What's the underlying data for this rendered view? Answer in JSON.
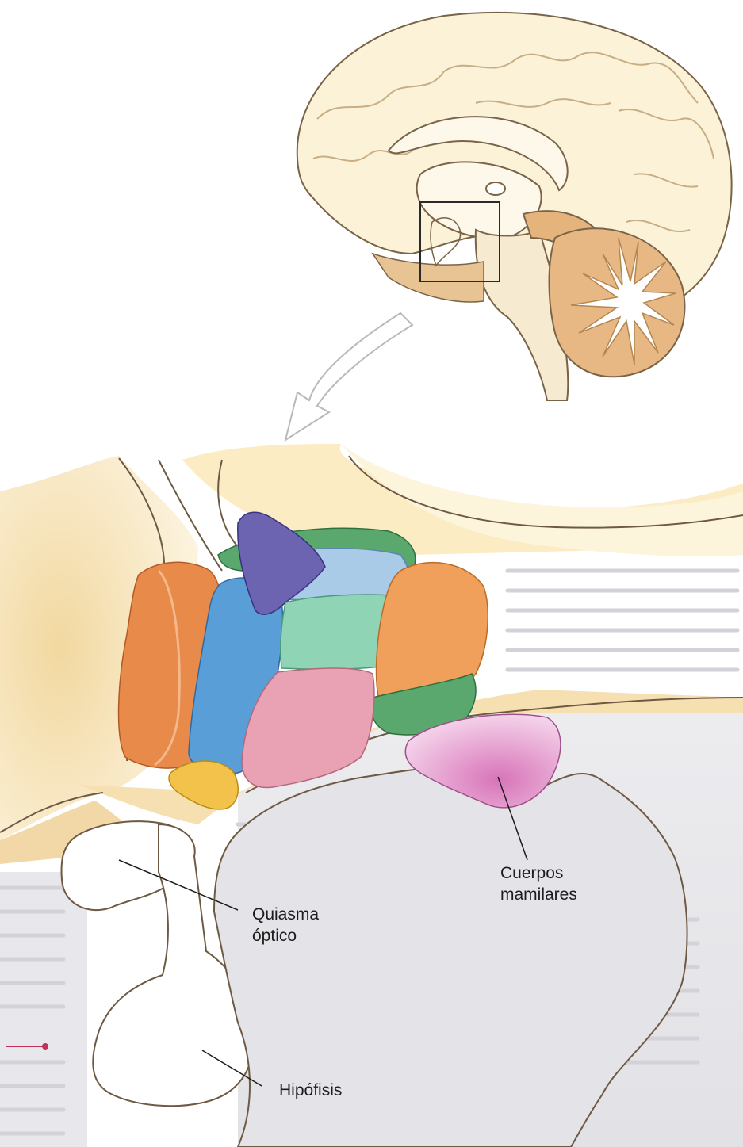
{
  "figure": {
    "labels": {
      "mamillary_line1": "Cuerpos",
      "mamillary_line2": "mamilares",
      "chiasm_line1": "Quiasma",
      "chiasm_line2": "óptico",
      "pituitary": "Hipófisis"
    },
    "colors": {
      "brain_fill": "#fbf2d8",
      "brain_outline": "#7a6448",
      "brainstem_fill": "#e4b47c",
      "grey_background": "#e6e6ea",
      "background_text_grey": "#c9c9cf",
      "nucleus_orange": "#e88a4a",
      "nucleus_light_orange": "#f0a05a",
      "nucleus_blue": "#5a9ed8",
      "nucleus_light_blue": "#a9cbe8",
      "nucleus_purple": "#6c64b0",
      "nucleus_mint": "#8fd4b4",
      "nucleus_pink": "#e8a2b4",
      "nucleus_green": "#5aa86e",
      "nucleus_yellow": "#f2c24a",
      "mamillary_magenta": "#de92c8",
      "margin_marker": "#c2305a"
    }
  }
}
